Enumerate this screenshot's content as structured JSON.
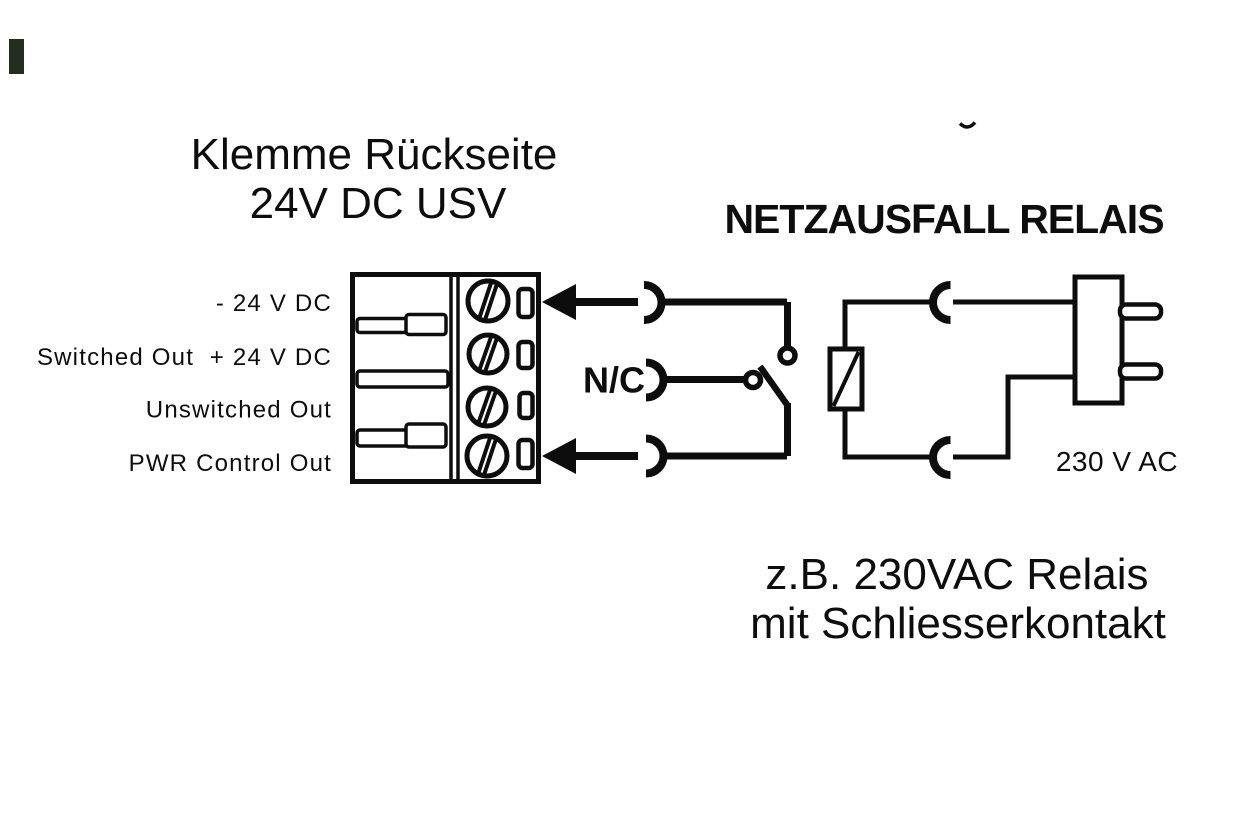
{
  "texts": {
    "title_line1": "Klemme Rückseite",
    "title_line2": "24V DC USV",
    "heading": "NETZAUSFALL RELAIS",
    "nc_label": "N/C",
    "voltage_label": "230 V AC",
    "caption_line1": "z.B. 230VAC Relais",
    "caption_line2": "mit Schliesserkontakt"
  },
  "terminals": [
    "- 24 V DC",
    "Switched Out  + 24 V DC",
    "Unswitched Out",
    "PWR Control Out"
  ],
  "colors": {
    "ink": "#0d0d0d",
    "background": "#ffffff"
  }
}
